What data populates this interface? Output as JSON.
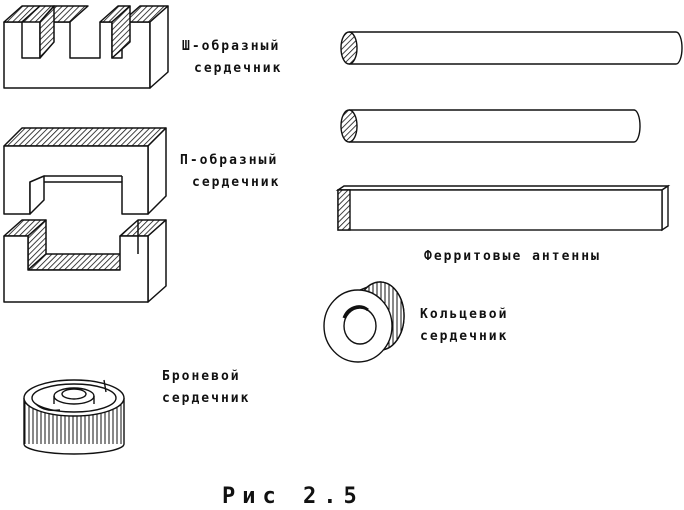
{
  "labels": {
    "sh_core": [
      "Ш-образный",
      "сердечник"
    ],
    "p_core": [
      "П-образный",
      "сердечник"
    ],
    "ferrite": "Ферритовые антенны",
    "ring_core": [
      "Кольцевой",
      "сердечник"
    ],
    "pot_core": [
      "Броневой",
      "сердечник"
    ]
  },
  "caption": "Рис 2.5",
  "colors": {
    "ink": "#111111",
    "paper": "#ffffff"
  }
}
